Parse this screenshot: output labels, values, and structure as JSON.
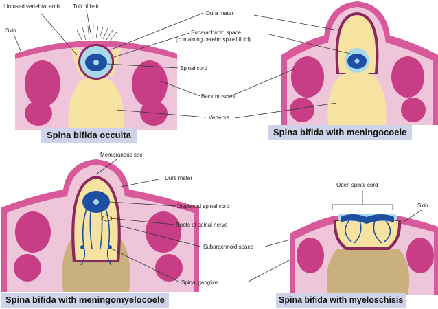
{
  "labels": {
    "unfused_arch": "Unfused vertebral arch",
    "tuft": "Tuft of hair",
    "skin_a": "Skin",
    "dura_a": "Dura mater",
    "subarachnoid_a": "Subarachnoid space",
    "subarachnoid_a2": "(containing cerebrospinal fluid)",
    "spinal_cord_a": "Spinal cord",
    "back_muscles": "Back muscles",
    "vertebra": "Vertebra",
    "membranous_sac": "Membranous sac",
    "dura_c": "Dura mater",
    "displaced_cord": "Displaced spinal cord",
    "roots": "Roots of spinal nerve",
    "subarachnoid_c": "Subarachnoid space",
    "ganglion": "Spinal ganglion",
    "open_cord": "Open spinal cord",
    "skin_d": "Skin"
  },
  "captions": {
    "a": "Spina bifida occulta",
    "b": "Spina bifida with meningocoele",
    "c": "Spina bifida with  meningomyelocoele",
    "d": "Spina bifida with myeloschisis"
  },
  "colors": {
    "skin": "#d95a9a",
    "tissue": "#efc6d9",
    "muscle": "#c73d86",
    "vertebra": "#f6e3a2",
    "vertebra_dark": "#c9b07c",
    "dura": "#8b2a5a",
    "csf": "#a9d9ea",
    "cord": "#1f4fa3",
    "caption_bg": "#cfd3ea"
  }
}
